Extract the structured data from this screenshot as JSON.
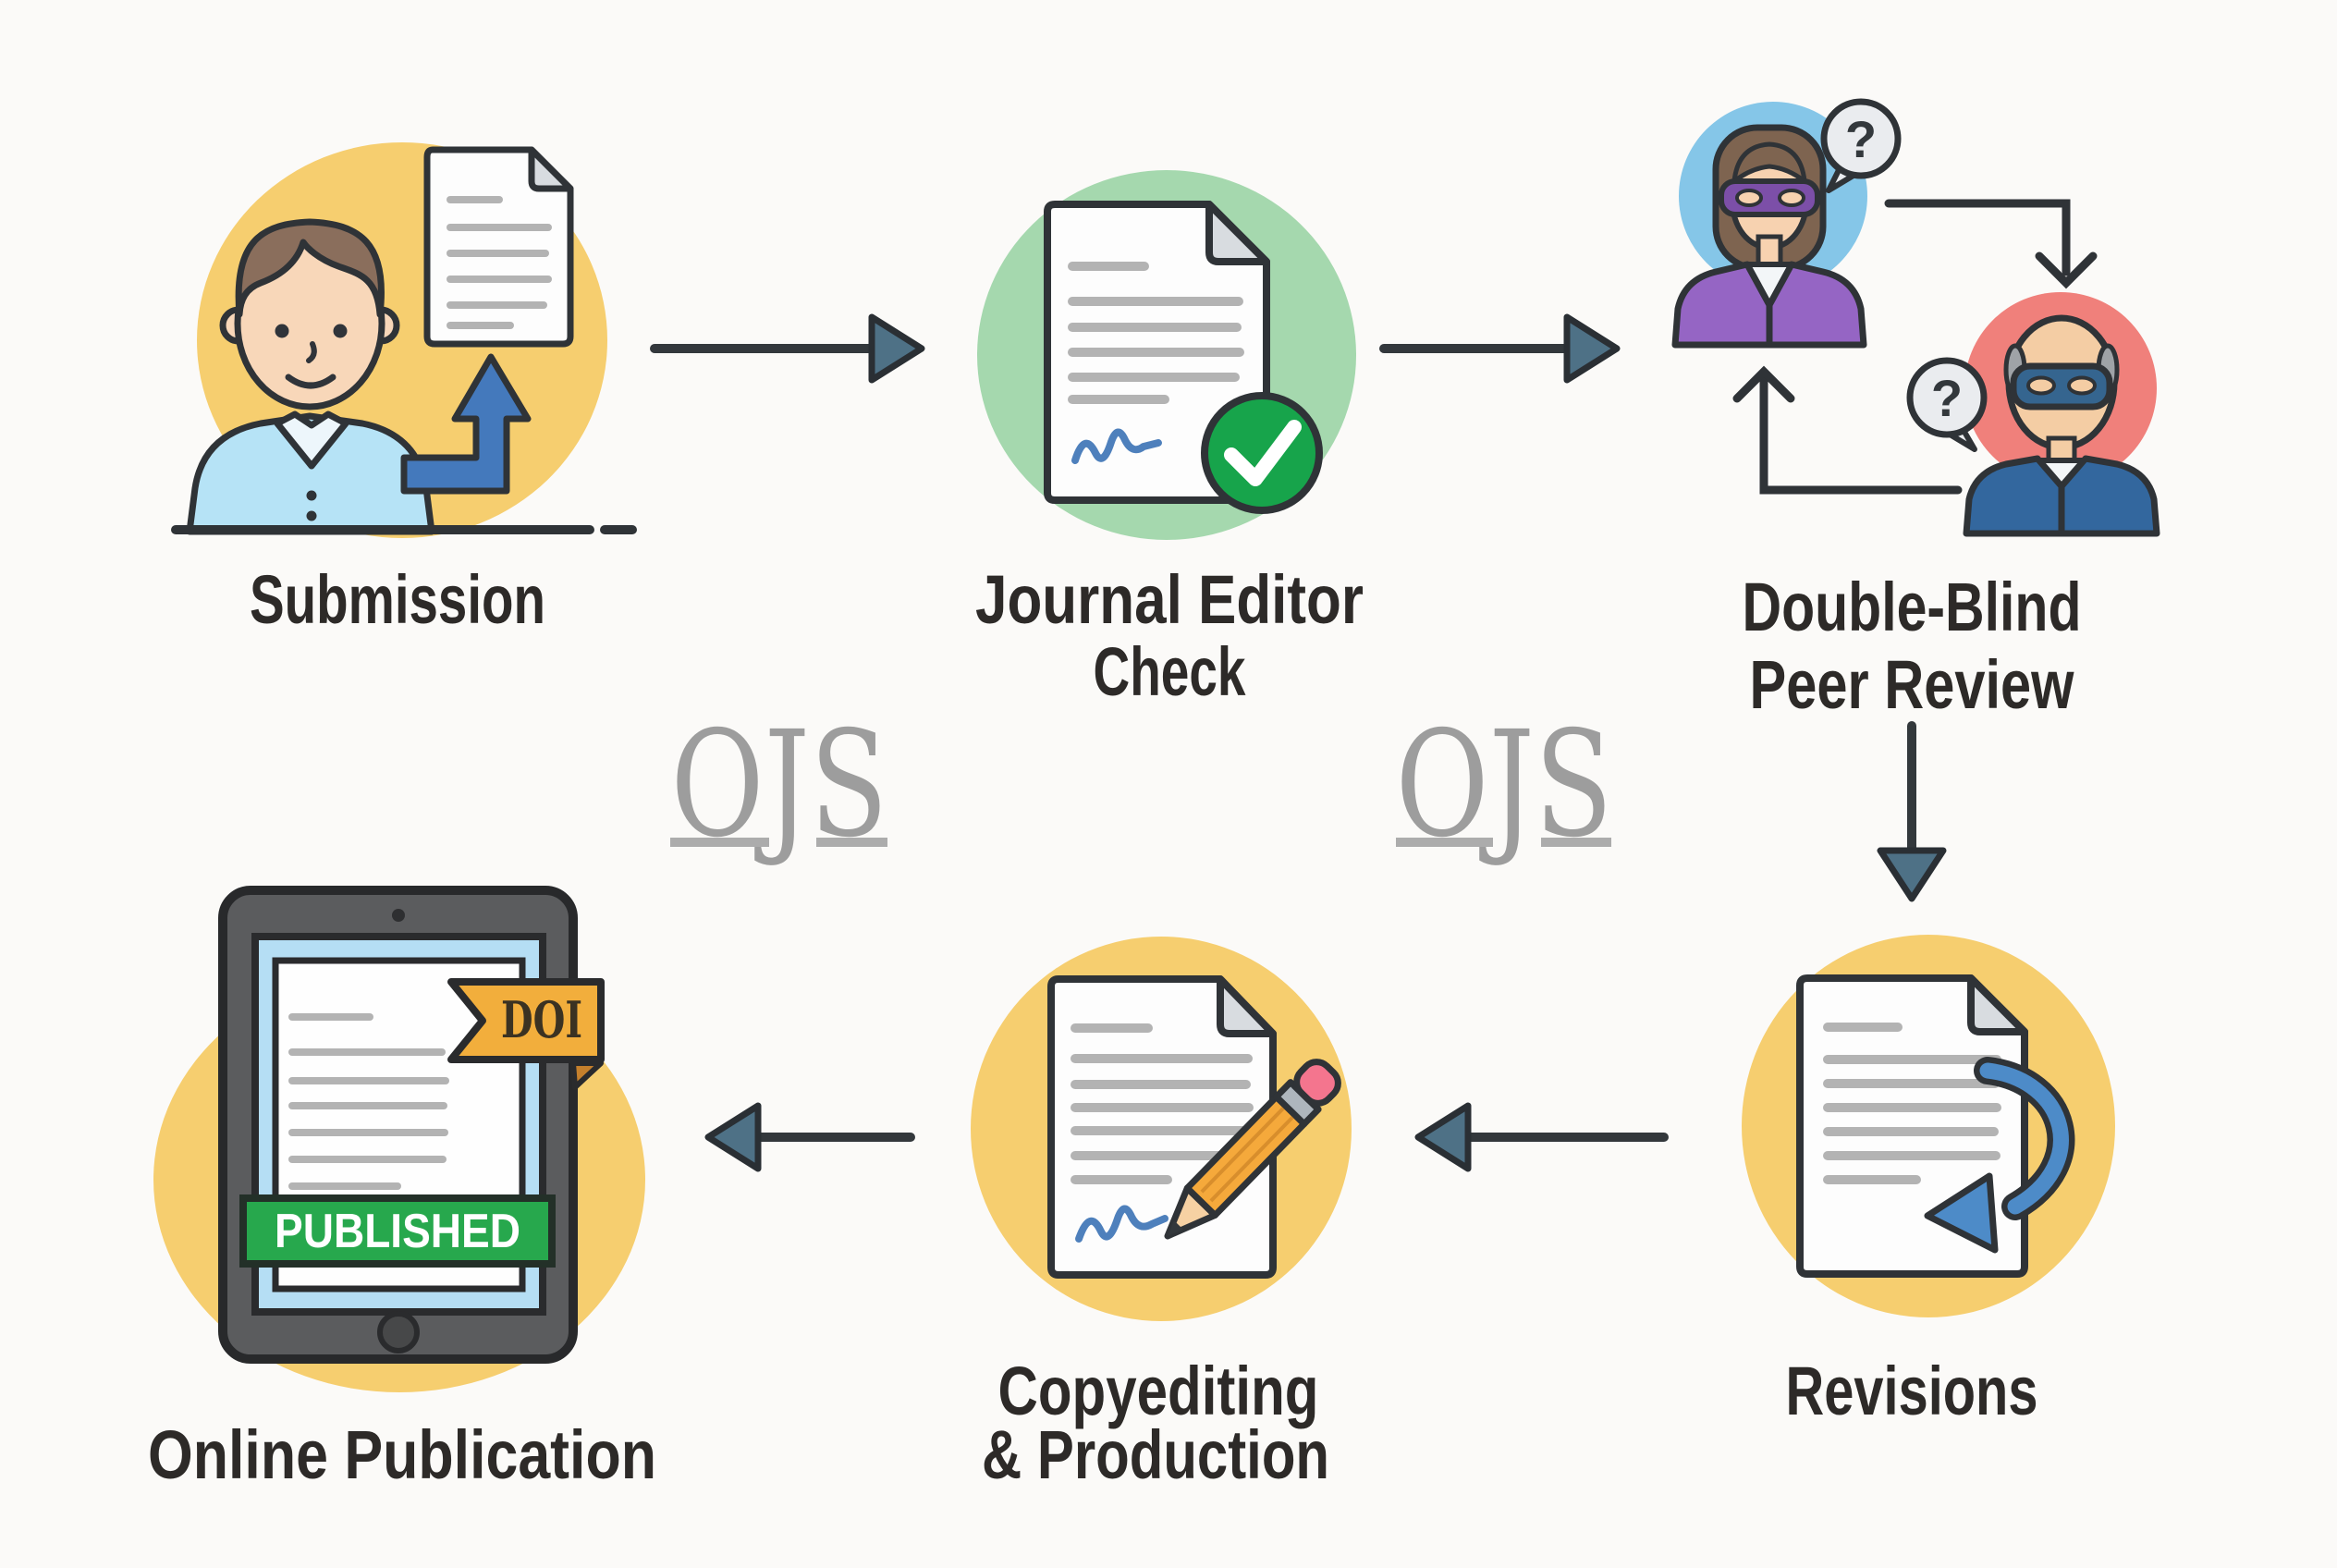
{
  "page": {
    "background": "#FBFAF8"
  },
  "watermarks": {
    "text": "OJS",
    "color": "#9D9D9D"
  },
  "stages": {
    "submission": {
      "label": "Submission"
    },
    "editor_check": {
      "label_line1": "Journal Editor",
      "label_line2": "Check"
    },
    "peer_review": {
      "label_line1": "Double-Blind",
      "label_line2": "Peer Review",
      "reviewer1_bubble": "?",
      "reviewer2_bubble": "?"
    },
    "revisions": {
      "label": "Revisions"
    },
    "copyediting": {
      "label_line1": "Copyediting",
      "label_line2": "& Production"
    },
    "online_publication": {
      "label": "Online Publication",
      "published_badge": "PUBLISHED",
      "doi_badge": "DOI"
    }
  },
  "colors": {
    "stage_yellow": "#F6CE6F",
    "editor_green": "#A5D8AE",
    "reviewer1_blue": "#85C6E8",
    "reviewer2_red": "#F0807B",
    "check_green": "#17A44B",
    "published_green": "#27A84D",
    "doi_orange": "#F2AE3C",
    "upload_arrow_blue": "#4479BC",
    "arrowhead_slate": "#4E7186",
    "outline_dark": "#2F3337",
    "watermark_gray": "#9D9D9D",
    "label_dark": "#2D2A28",
    "reviewer1_purple": "#9565C4",
    "reviewer2_sweater": "#33679E",
    "pencil_orange": "#F5A93B",
    "eraser_pink": "#F4758E"
  }
}
